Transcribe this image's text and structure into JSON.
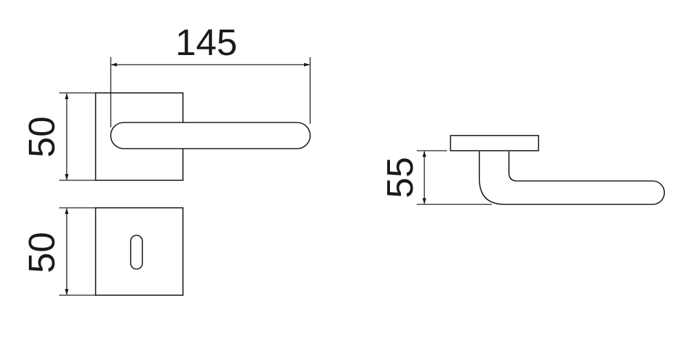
{
  "dimensions": {
    "width": "145",
    "rose_height": "50",
    "escutcheon_height": "50",
    "projection": "55"
  },
  "colors": {
    "line": "#1a1a1a",
    "background": "#ffffff"
  }
}
